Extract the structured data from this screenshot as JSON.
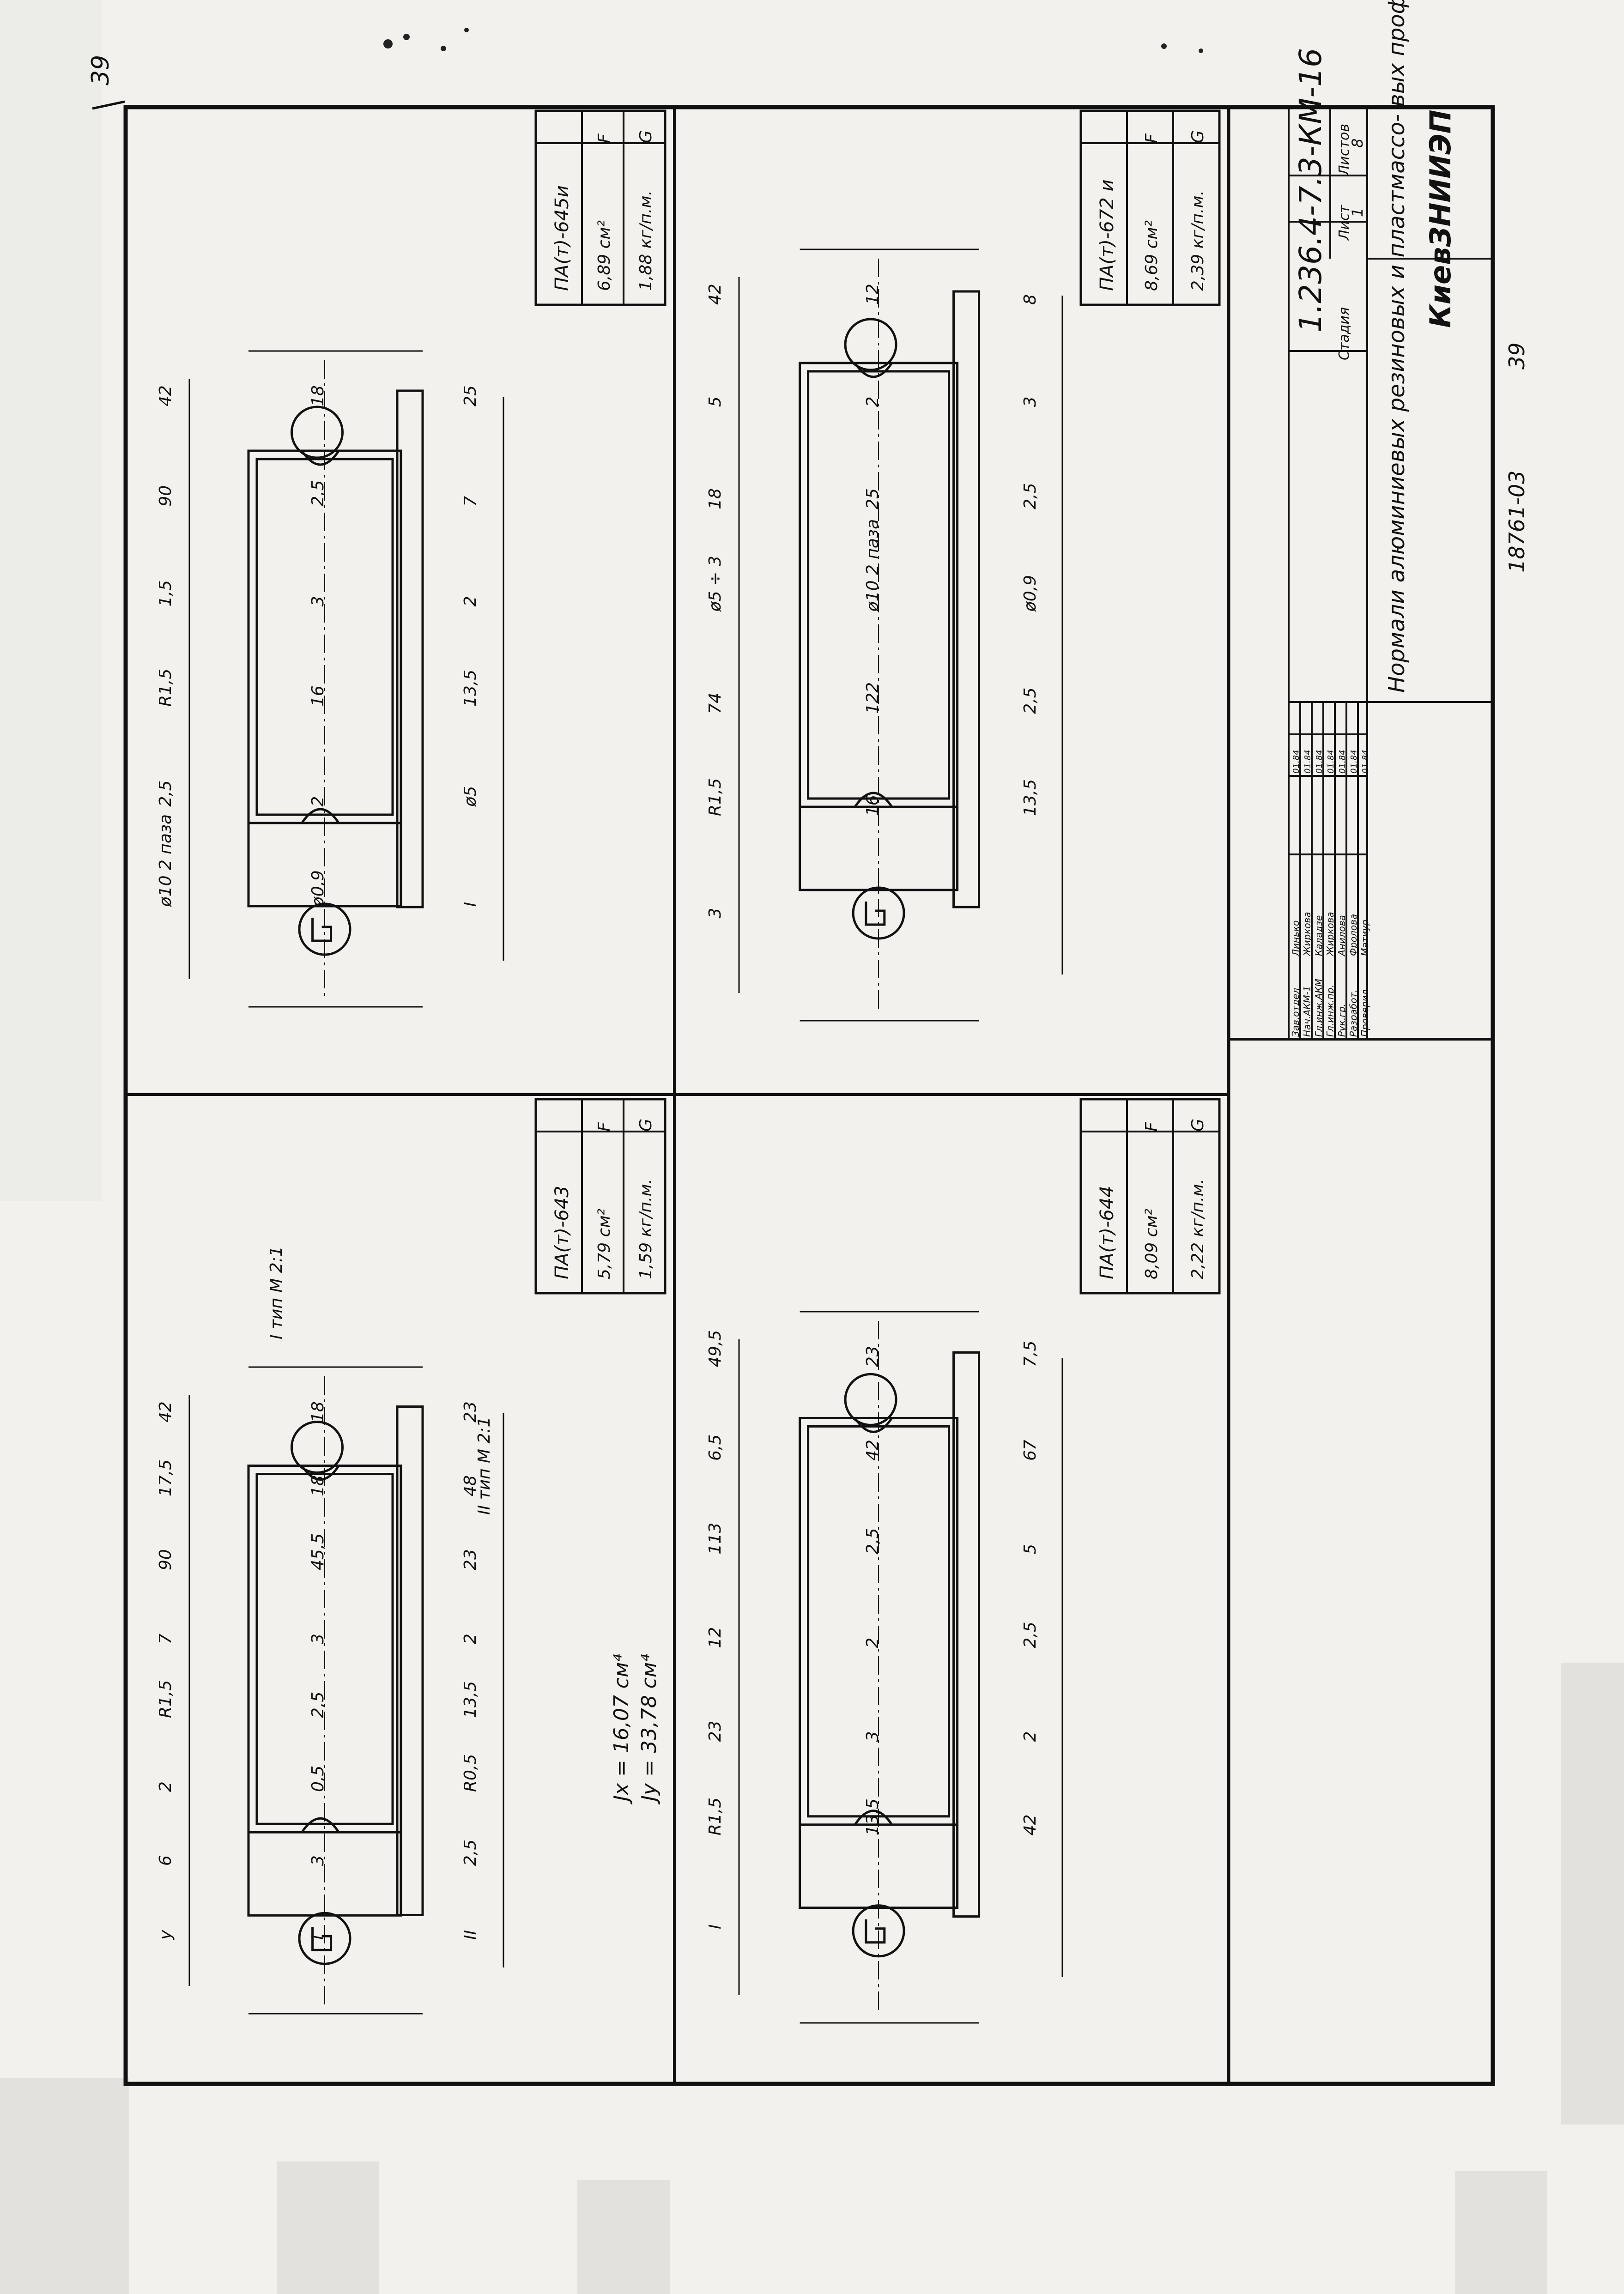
{
  "page_number": "39",
  "footer_code": "18761-03",
  "footer_page": "39",
  "title_block": {
    "designation": "1.236.4-7.3-КМ-16",
    "title": "Нормали алюминиевых резиновых и пластмассо- вых профилей",
    "stage_label": "Стадия",
    "sheet_label": "Лист",
    "sheets_label": "Листов",
    "sheet_value": "1",
    "sheets_value": "8",
    "organization": "КиевЗНИИЭП",
    "signatures": [
      {
        "role": "Зав.отдел",
        "name": "Линько",
        "date": "01.84"
      },
      {
        "role": "Нач.АКМ-1",
        "name": "Жиркова",
        "date": "01.84"
      },
      {
        "role": "Гл.инж.АКМ",
        "name": "Каладзе",
        "date": "01.84"
      },
      {
        "role": "Гл.инж.пр.",
        "name": "Жиркова",
        "date": "01.84"
      },
      {
        "role": "Рук.гр.",
        "name": "Анилова",
        "date": "01.84"
      },
      {
        "role": "Разработ.",
        "name": "Фролова",
        "date": "01.84"
      },
      {
        "role": "Проверил",
        "name": "Матиур",
        "date": "01.84"
      }
    ]
  },
  "panels": [
    {
      "profile": "ПА(т)-645и",
      "area_label": "F",
      "area_value": "6,89 см²",
      "weight_label": "G",
      "weight_value": "1,88 кг/п.м.",
      "dims": [
        "42",
        "18",
        "25",
        "90",
        "2,5",
        "7",
        "1,5",
        "3",
        "2",
        "R1,5",
        "16",
        "13,5",
        "2,5",
        "2",
        "ø5",
        "ø10 2 паза",
        "ø0,9",
        "I"
      ]
    },
    {
      "profile": "ПА(т)-672 и",
      "area_label": "F",
      "area_value": "8,69 см²",
      "weight_label": "G",
      "weight_value": "2,39 кг/п.м.",
      "dims": [
        "42",
        "12",
        "8",
        "5",
        "2",
        "3",
        "18",
        "25",
        "2,5",
        "ø5 ÷ 3",
        "ø10 2 паза",
        "ø0,9",
        "74",
        "122",
        "2,5",
        "R1,5",
        "16",
        "13,5",
        "3"
      ]
    },
    {
      "profile": "ПА(т)-643",
      "area_label": "F",
      "area_value": "5,79 см²",
      "weight_label": "G",
      "weight_value": "1,59 кг/п.м.",
      "section_I": "I тип М 2:1",
      "section_II": "II тип М 2:1",
      "jx": "Jx = 16,07 см⁴",
      "jy": "Jy = 33,78 см⁴",
      "dims": [
        "42",
        "18",
        "23",
        "17,5",
        "18",
        "48",
        "90",
        "45,5",
        "23",
        "7",
        "3",
        "2",
        "R1,5",
        "2,5",
        "13,5",
        "2",
        "0,5",
        "R0,5",
        "6",
        "3",
        "2,5",
        "y",
        "I",
        "II"
      ]
    },
    {
      "profile": "ПА(т)-644",
      "area_label": "F",
      "area_value": "8,09 см²",
      "weight_label": "G",
      "weight_value": "2,22 кг/п.м.",
      "dims": [
        "49,5",
        "23",
        "7,5",
        "6,5",
        "42",
        "67",
        "113",
        "2,5",
        "5",
        "12",
        "2",
        "2,5",
        "23",
        "3",
        "2",
        "R1,5",
        "13,5",
        "42",
        "I"
      ]
    }
  ]
}
